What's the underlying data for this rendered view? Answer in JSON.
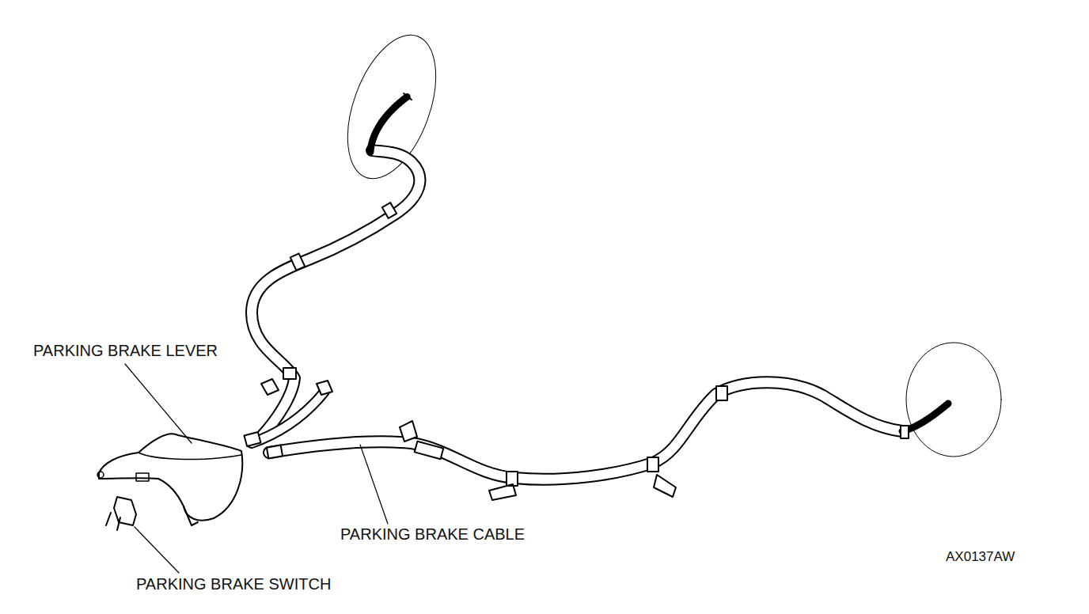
{
  "diagram": {
    "labels": [
      "PARKING BRAKE LEVER",
      "PARKING BRAKE CABLE",
      "PARKING BRAKE SWITCH",
      "AX0137AW"
    ]
  }
}
